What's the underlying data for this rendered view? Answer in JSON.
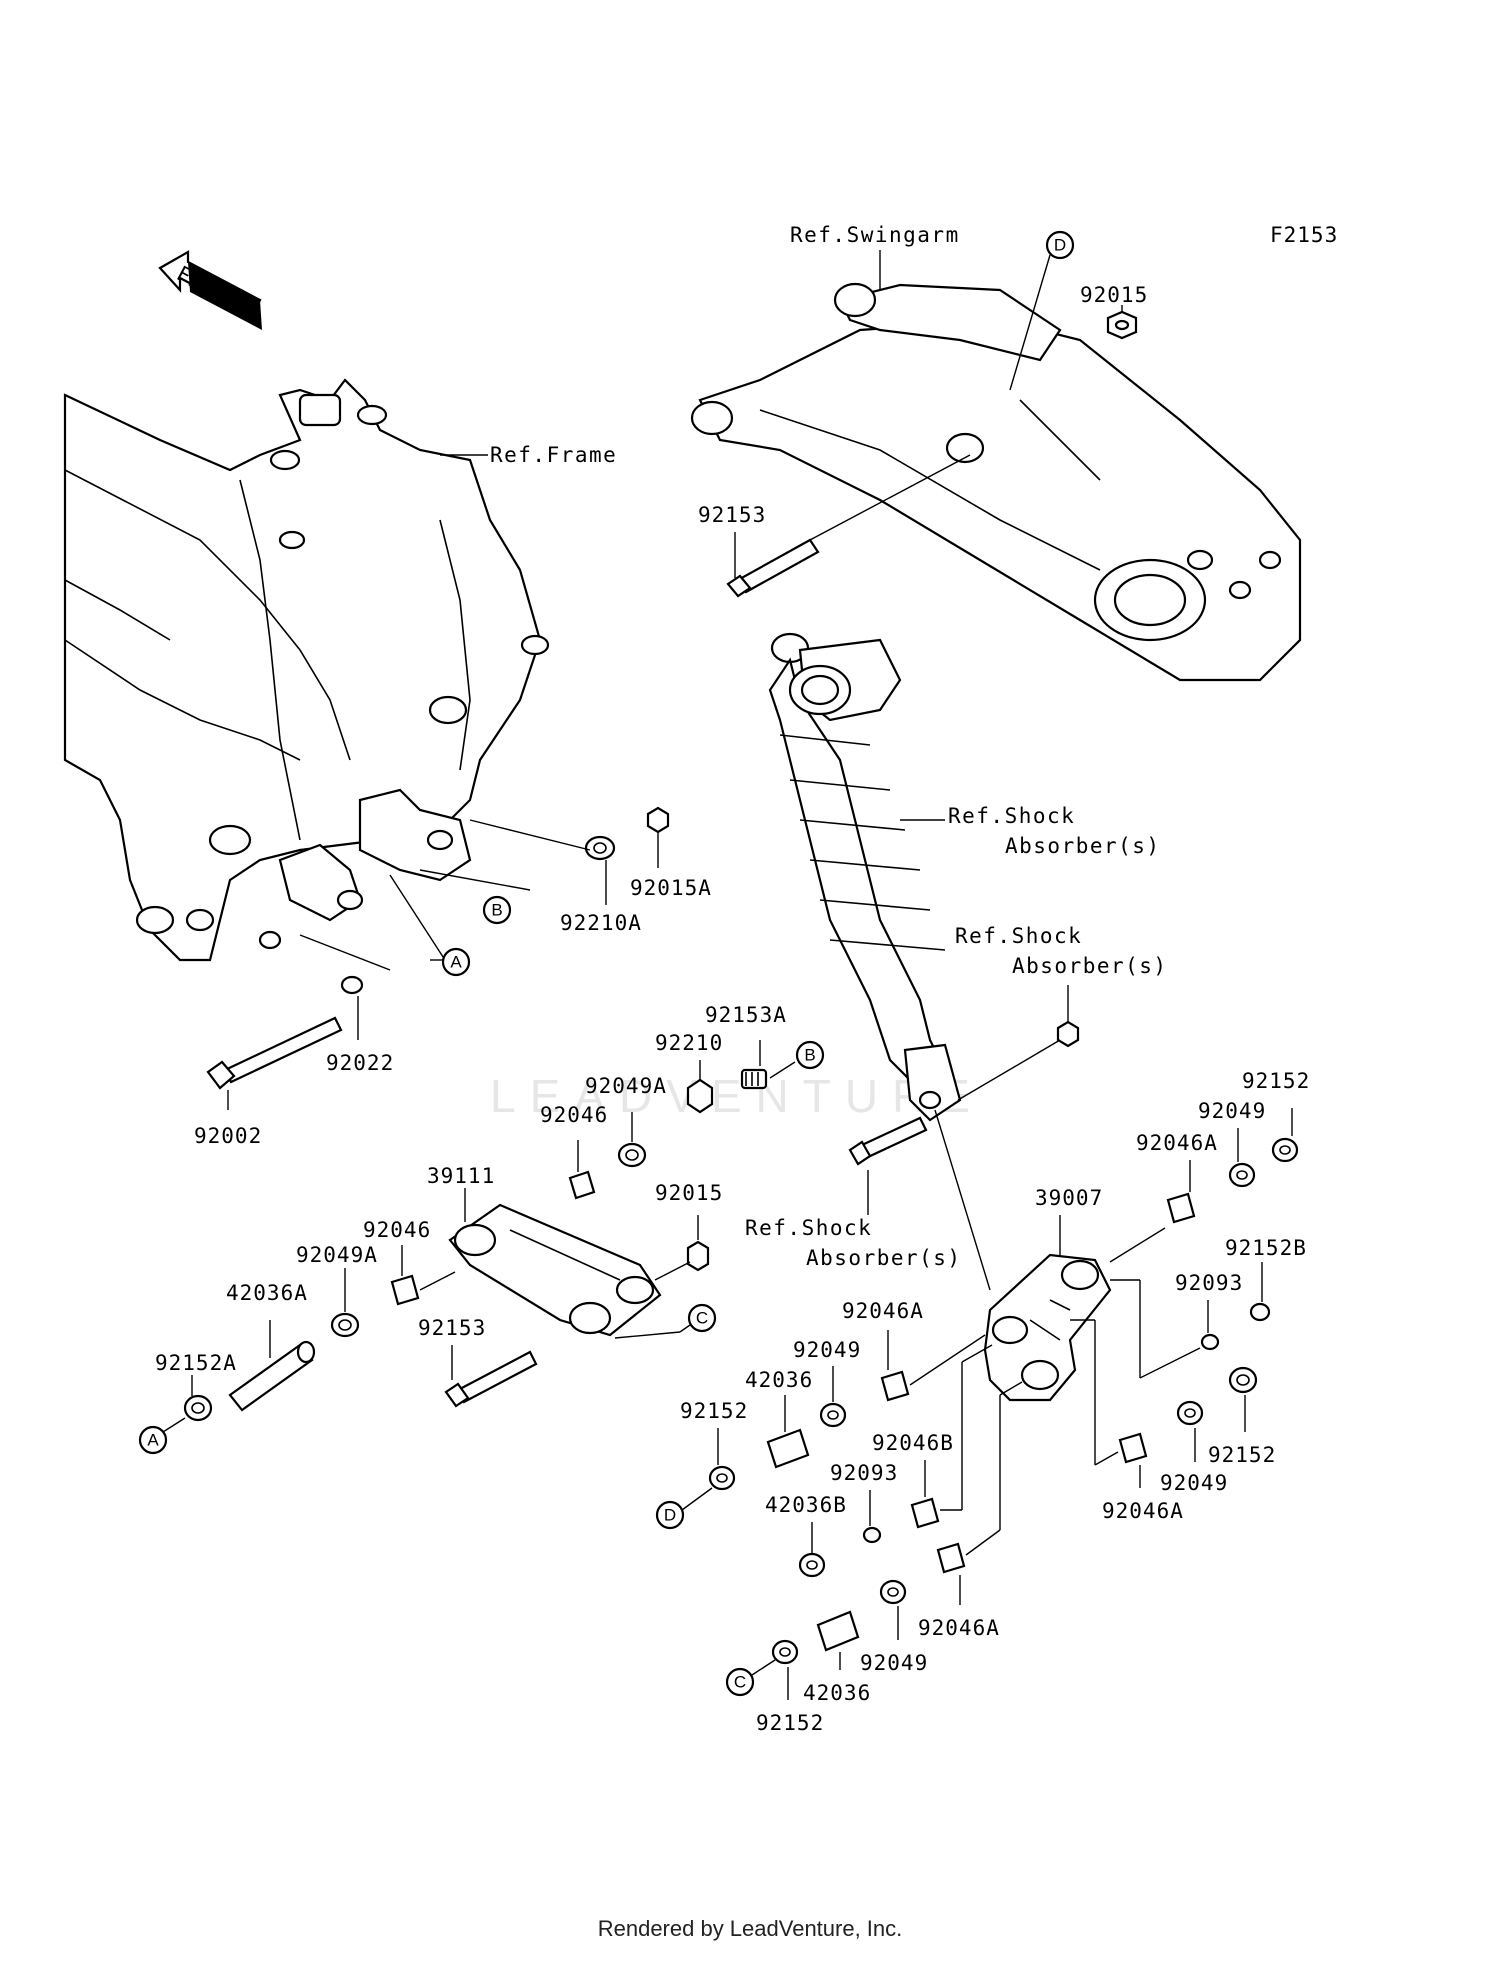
{
  "diagram_code": "F2153",
  "front_label": "FRONT",
  "watermark": "LEADVENTURE",
  "references": {
    "swingarm": "Ref.Swingarm",
    "frame": "Ref.Frame",
    "shock1_line1": "Ref.Shock",
    "shock1_line2": "Absorber(s)",
    "shock2_line1": "Ref.Shock",
    "shock2_line2": "Absorber(s)",
    "shock3_line1": "Ref.Shock",
    "shock3_line2": "Absorber(s)"
  },
  "callouts": [
    "A",
    "B",
    "C",
    "D"
  ],
  "parts": {
    "p92015_top": "92015",
    "p92153_top": "92153",
    "p92015A": "92015A",
    "p92210A": "92210A",
    "p92022": "92022",
    "p92002": "92002",
    "p92153A": "92153A",
    "p92210": "92210",
    "p92049A_1": "92049A",
    "p92046_1": "92046",
    "p39111": "39111",
    "p92015_mid": "92015",
    "p92046_2": "92046",
    "p92049A_2": "92049A",
    "p42036A": "42036A",
    "p92152A": "92152A",
    "p92153_mid": "92153",
    "p92152_r1": "92152",
    "p92049_r1": "92049",
    "p92046A_r1": "92046A",
    "p39007": "39007",
    "p92152B": "92152B",
    "p92093_r": "92093",
    "p92046A_c": "92046A",
    "p92049_c": "92049",
    "p42036_c": "42036",
    "p92152_c": "92152",
    "p92046B": "92046B",
    "p92093_c": "92093",
    "p42036B": "42036B",
    "p92152_r2": "92152",
    "p92049_r2": "92049",
    "p92046A_r2": "92046A",
    "p92046A_b": "92046A",
    "p92049_b": "92049",
    "p42036_b": "42036",
    "p92152_b": "92152"
  },
  "footer": "Rendered by LeadVenture, Inc."
}
